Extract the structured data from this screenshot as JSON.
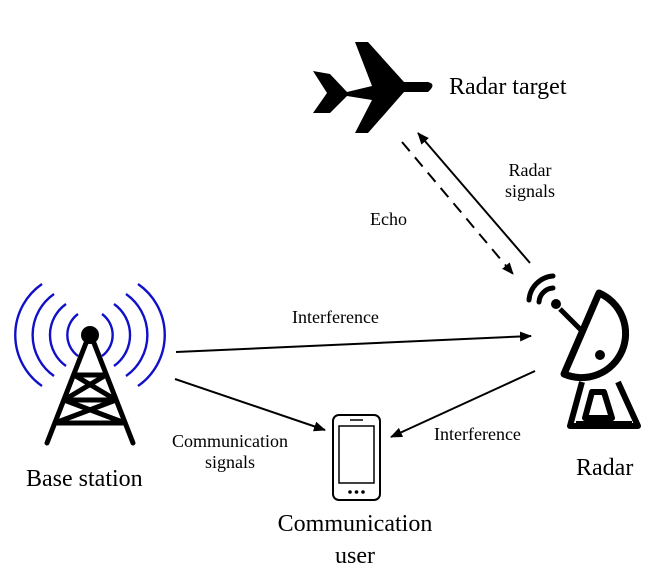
{
  "nodes": {
    "radar_target": "Radar target",
    "base_station": "Base station",
    "radar": "Radar",
    "communication_user_line1": "Communication",
    "communication_user_line2": "user"
  },
  "edges": {
    "radar_signals_line1": "Radar",
    "radar_signals_line2": "signals",
    "echo": "Echo",
    "interference_bs_radar": "Interference",
    "interference_radar_user": "Interference",
    "communication_signals_line1": "Communication",
    "communication_signals_line2": "signals"
  },
  "colors": {
    "tower_waves": "#1010c8",
    "ink": "#000000"
  }
}
